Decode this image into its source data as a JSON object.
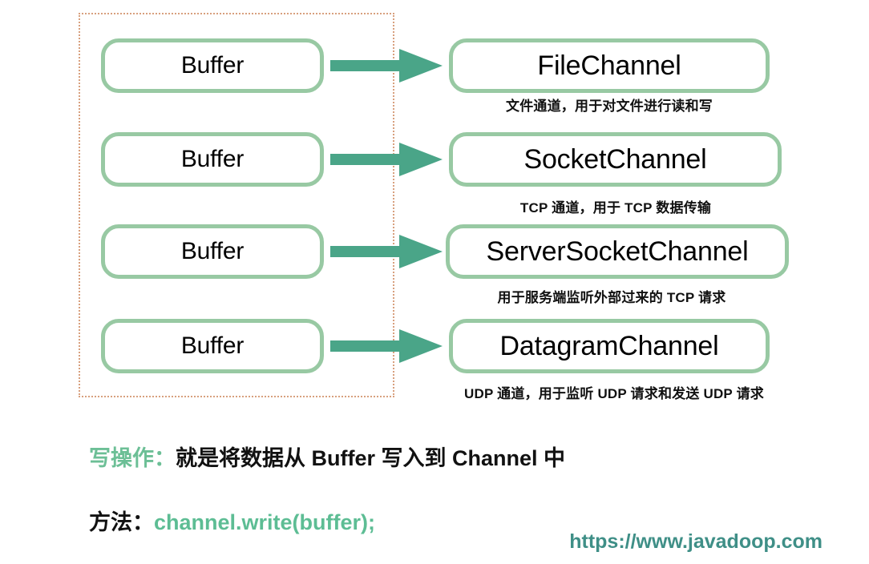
{
  "diagram": {
    "buffer_group": {
      "frame_style": "dotted",
      "frame_color": "#d8a07e",
      "buffers": [
        {
          "label": "Buffer"
        },
        {
          "label": "Buffer"
        },
        {
          "label": "Buffer"
        },
        {
          "label": "Buffer"
        }
      ]
    },
    "arrow": {
      "icon": "right-arrow-icon",
      "color": "#4aa588",
      "direction": "left-to-right"
    },
    "channels": [
      {
        "name": "FileChannel",
        "caption": "文件通道，用于对文件进行读和写"
      },
      {
        "name": "SocketChannel",
        "caption": "TCP 通道，用于 TCP 数据传输"
      },
      {
        "name": "ServerSocketChannel",
        "caption": "用于服务端监听外部过来的 TCP 请求"
      },
      {
        "name": "DatagramChannel",
        "caption": "UDP 通道，用于监听 UDP 请求和发送 UDP 请求"
      }
    ]
  },
  "notes": {
    "write_operation": {
      "accent": "写操作：",
      "body": "就是将数据从 Buffer 写入到 Channel 中"
    },
    "method": {
      "label": "方法：",
      "code": "channel.write(buffer);"
    }
  },
  "watermark": {
    "url": "https://www.javadoop.com"
  },
  "colors": {
    "node_border": "#98c9a3",
    "arrow": "#4aa588",
    "frame_dotted": "#d8a07e",
    "accent_green": "#6cbf96",
    "code_green": "#5dbd94",
    "watermark": "#3f8f87"
  }
}
